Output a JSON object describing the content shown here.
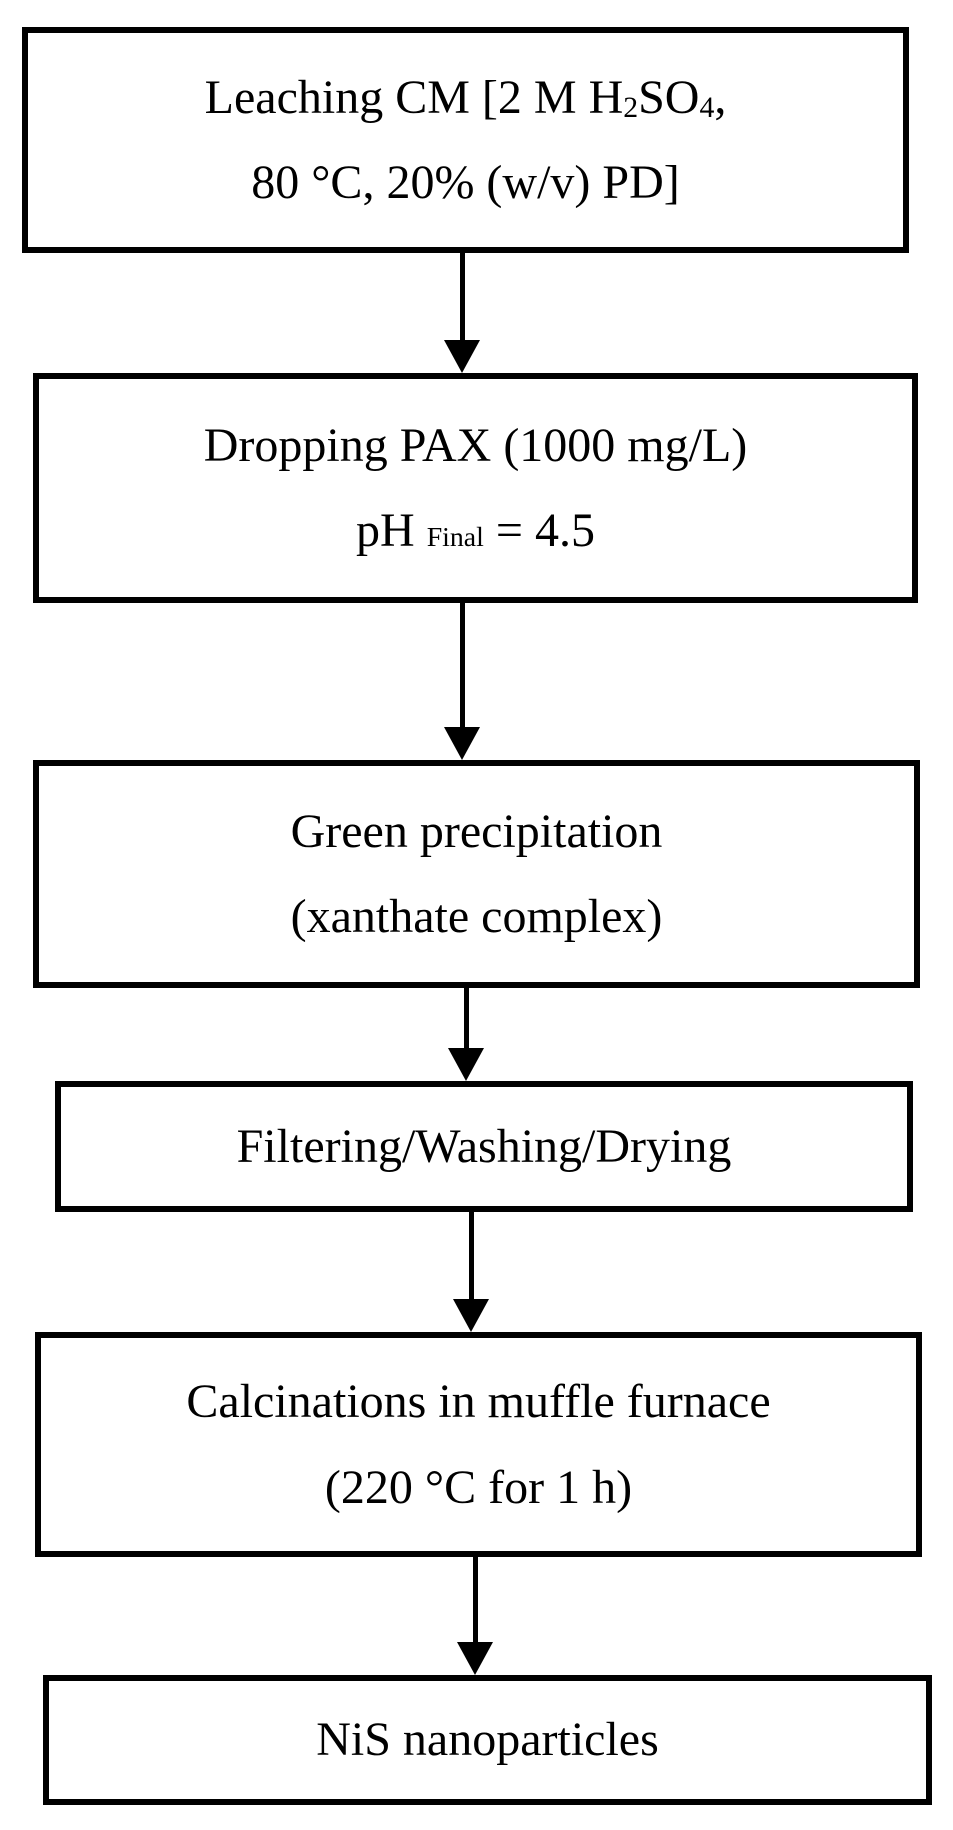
{
  "figure": {
    "type": "flowchart",
    "background_color": "#ffffff",
    "stroke_color": "#000000",
    "boxes": [
      {
        "name": "leaching",
        "lines": [
          {
            "segments": [
              {
                "text": "Leaching CM [2 M H"
              },
              {
                "text": "2",
                "style": "subscript"
              },
              {
                "text": "SO"
              },
              {
                "text": "4",
                "style": "subscript"
              },
              {
                "text": ","
              }
            ]
          },
          {
            "segments": [
              {
                "text": "80 °C, 20% (w/v) PD]"
              }
            ]
          }
        ]
      },
      {
        "name": "dropping-pax",
        "lines": [
          {
            "segments": [
              {
                "text": "Dropping PAX (1000 mg/L)"
              }
            ]
          },
          {
            "segments": [
              {
                "text": "pH "
              },
              {
                "text": "Final",
                "style": "small"
              },
              {
                "text": " = 4.5"
              }
            ]
          }
        ]
      },
      {
        "name": "green-precipitation",
        "lines": [
          {
            "segments": [
              {
                "text": "Green precipitation"
              }
            ]
          },
          {
            "segments": [
              {
                "text": "(xanthate complex)"
              }
            ]
          }
        ]
      },
      {
        "name": "filtering-washing-drying",
        "lines": [
          {
            "segments": [
              {
                "text": "Filtering/Washing/Drying"
              }
            ]
          }
        ]
      },
      {
        "name": "calcination",
        "lines": [
          {
            "segments": [
              {
                "text": "Calcinations in muffle furnace"
              }
            ]
          },
          {
            "segments": [
              {
                "text": "(220 °C for 1 h)"
              }
            ]
          }
        ]
      },
      {
        "name": "product",
        "lines": [
          {
            "segments": [
              {
                "text": "NiS nanoparticles"
              }
            ]
          }
        ]
      }
    ]
  }
}
